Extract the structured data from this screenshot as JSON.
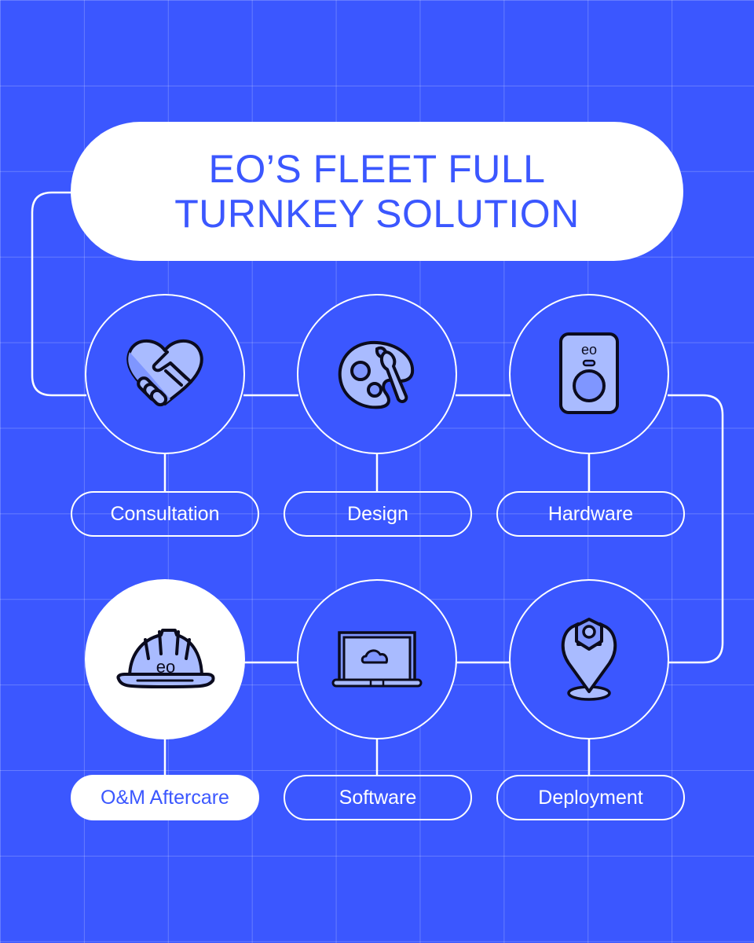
{
  "title": {
    "line1": "EO’S FLEET FULL",
    "line2": "TURNKEY SOLUTION"
  },
  "colors": {
    "background": "#3B57FF",
    "white": "#FFFFFF",
    "icon_fill_light": "#A9BBFF",
    "icon_fill_mid": "#7F96FF",
    "icon_stroke": "#0B0B1E"
  },
  "steps": [
    {
      "label": "Consultation",
      "icon": "handshake-heart-icon",
      "active": false
    },
    {
      "label": "Design",
      "icon": "paint-palette-icon",
      "active": false
    },
    {
      "label": "Hardware",
      "icon": "ev-charger-icon",
      "active": false
    },
    {
      "label": "Deployment",
      "icon": "location-pin-bolt-icon",
      "active": false
    },
    {
      "label": "Software",
      "icon": "laptop-cloud-icon",
      "active": false
    },
    {
      "label": "O&M Aftercare",
      "icon": "hard-hat-icon",
      "active": true
    }
  ],
  "icon_text": {
    "hardware_logo": "eo",
    "hardhat_logo": "eo"
  }
}
